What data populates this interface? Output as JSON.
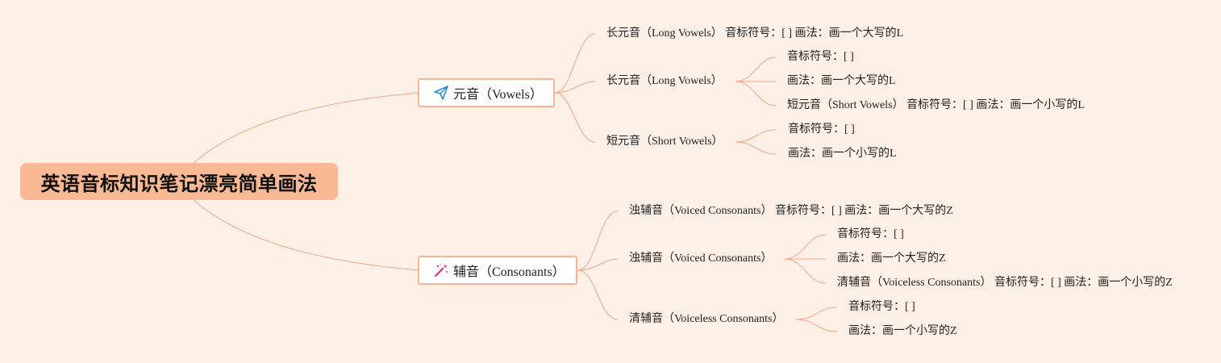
{
  "root": {
    "title": "英语音标知识笔记漂亮简单画法"
  },
  "colors": {
    "background": "#fdf0e6",
    "root_fill": "#f8b994",
    "branch_border": "#f6b595",
    "edge": "#f3a585"
  },
  "branches": [
    {
      "icon": "paper-plane-icon",
      "label": "元音（Vowels）",
      "children": [
        {
          "label": "长元音（Long Vowels） 音标符号：[ ] 画法：画一个大写的L"
        },
        {
          "label": "长元音（Long Vowels）",
          "children": [
            {
              "label": "音标符号：[ ]"
            },
            {
              "label": "画法：画一个大写的L"
            },
            {
              "label": "短元音（Short Vowels） 音标符号：[ ] 画法：画一个小写的L"
            }
          ]
        },
        {
          "label": "短元音（Short Vowels）",
          "children": [
            {
              "label": "音标符号：[ ]"
            },
            {
              "label": "画法：画一个小写的L"
            }
          ]
        }
      ]
    },
    {
      "icon": "magic-wand-icon",
      "label": "辅音（Consonants）",
      "children": [
        {
          "label": "浊辅音（Voiced Consonants） 音标符号：[ ] 画法：画一个大写的Z"
        },
        {
          "label": "浊辅音（Voiced Consonants）",
          "children": [
            {
              "label": "音标符号：[ ]"
            },
            {
              "label": "画法：画一个大写的Z"
            },
            {
              "label": "清辅音（Voiceless Consonants） 音标符号：[ ] 画法：画一个小写的Z"
            }
          ]
        },
        {
          "label": "清辅音（Voiceless Consonants）",
          "children": [
            {
              "label": "音标符号：[ ]"
            },
            {
              "label": "画法：画一个小写的Z"
            }
          ]
        }
      ]
    }
  ]
}
